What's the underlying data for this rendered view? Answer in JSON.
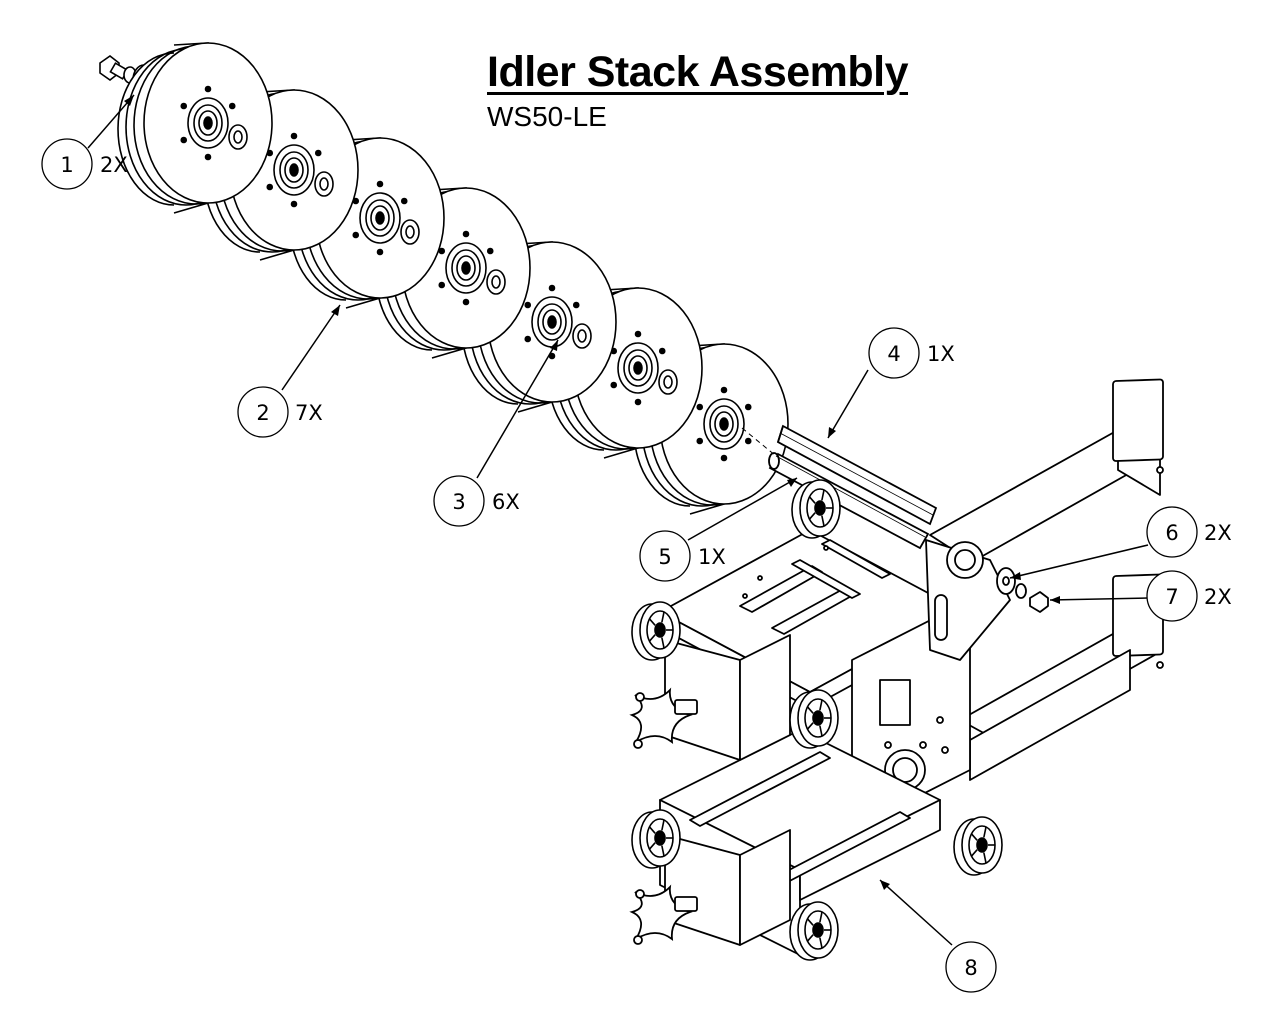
{
  "title": "Idler Stack Assembly",
  "subtitle": "WS50-LE",
  "callouts": [
    {
      "number": "1",
      "qty": "2X"
    },
    {
      "number": "2",
      "qty": "7X"
    },
    {
      "number": "3",
      "qty": "6X"
    },
    {
      "number": "4",
      "qty": "1X"
    },
    {
      "number": "5",
      "qty": "1X"
    },
    {
      "number": "6",
      "qty": "2X"
    },
    {
      "number": "7",
      "qty": "2X"
    },
    {
      "number": "8",
      "qty": ""
    }
  ],
  "colors": {
    "line": "#000000",
    "background": "#ffffff"
  }
}
